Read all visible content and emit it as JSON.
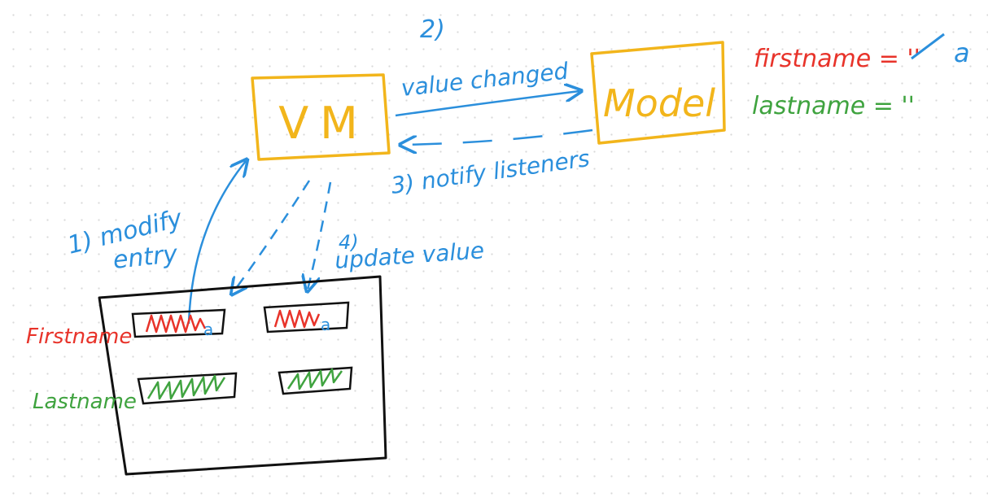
{
  "colors": {
    "blue": "#2b8fdc",
    "yellow": "#f2b51b",
    "red": "#e8332a",
    "green": "#3fa33f",
    "black": "#111111"
  },
  "nodes": {
    "vm": "VM",
    "model": "Model"
  },
  "steps": {
    "step1_line1": "1) modify",
    "step1_line2": "entry",
    "step2": "2)",
    "value_changed": "value changed",
    "step3": "3) notify listeners",
    "step4_num": "4)",
    "step4_text": "update value"
  },
  "model_state": {
    "firstname": "firstname = ''",
    "firstname_new": "a",
    "lastname": "lastname = ''"
  },
  "form": {
    "firstname_label": "Firstname",
    "lastname_label": "Lastname",
    "typed_char_left": "a",
    "typed_char_right": "a"
  }
}
